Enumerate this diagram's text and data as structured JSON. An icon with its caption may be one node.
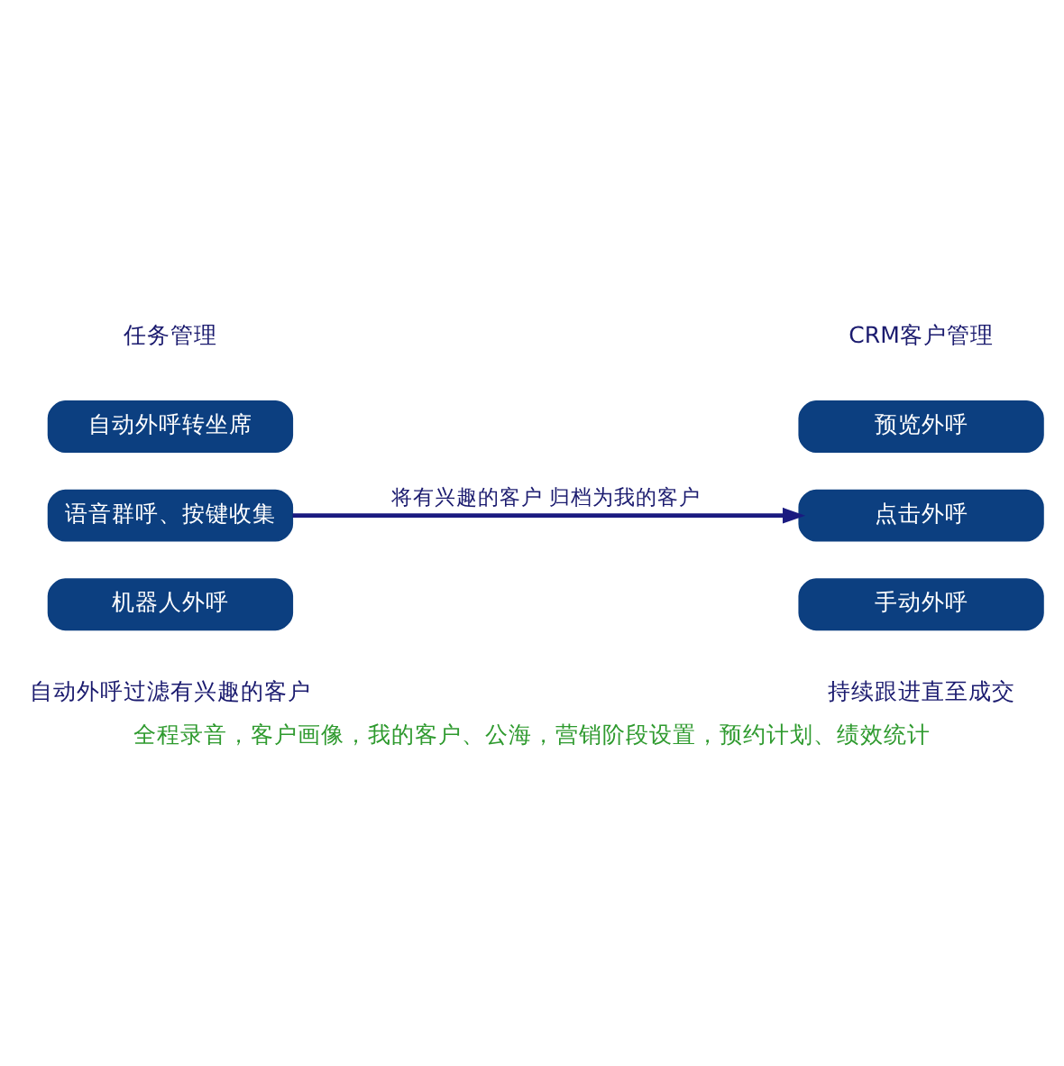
{
  "diagram": {
    "caption": "全程录音，客户画像，我的客户、公海，营销阶段设置，预约计划、绩效统计",
    "nodes": [
      {
        "text": [
          "自动外呼转坐席"
        ]
      },
      {
        "text": [
          "语音群呼、按键收集"
        ]
      },
      {
        "text": [
          "机器人外呼"
        ]
      },
      {
        "text": [
          "预览外呼"
        ]
      },
      {
        "text": [
          "点击外呼"
        ]
      },
      {
        "text": [
          "手动外呼"
        ]
      }
    ],
    "edges": [
      {
        "from": 1,
        "to": 4,
        "arrow": "to",
        "label": "将有兴趣的客户 归档为我的客户"
      }
    ],
    "labels": [
      "任务管理",
      "CRM客户管理",
      "自动外呼过滤有兴趣的客户",
      "持续跟进直至成交"
    ]
  }
}
